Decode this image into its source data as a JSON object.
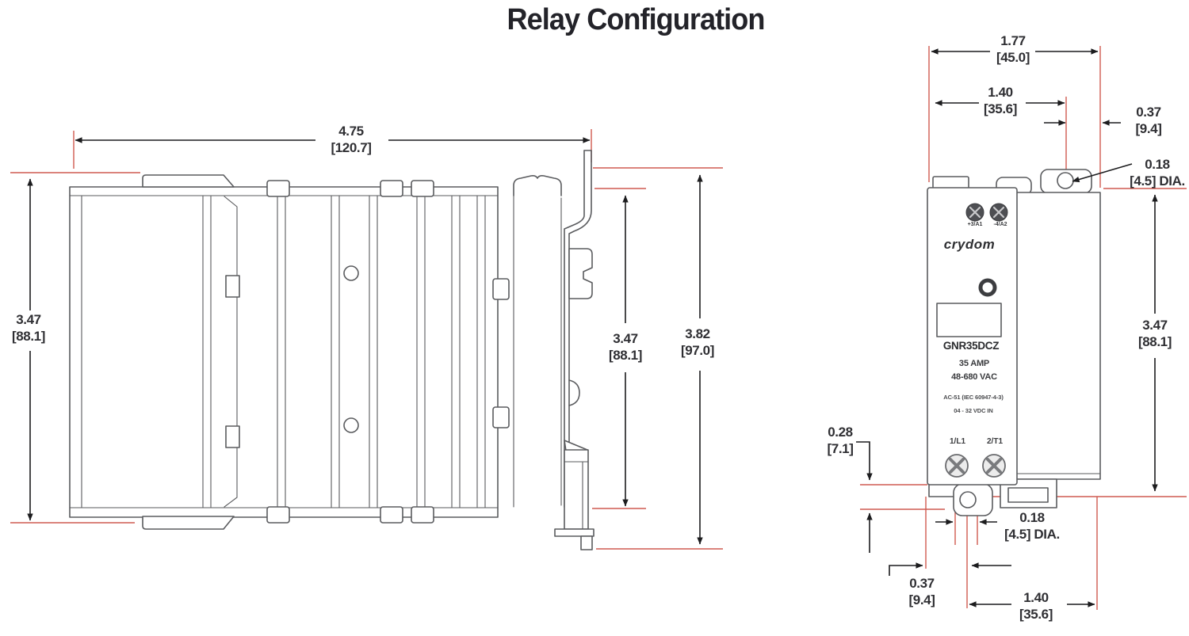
{
  "title": "Relay Configuration",
  "colors": {
    "dimension_red": "#cf5a50",
    "drawing_gray": "#5a5b5e",
    "arrow_ink": "#1c1c1e",
    "label_ink": "#2f2f33",
    "title_ink": "#232329"
  },
  "side_view": {
    "dim_width": {
      "in": "4.75",
      "mm": "[120.7]"
    },
    "dim_height_left": {
      "in": "3.47",
      "mm": "[88.1]"
    },
    "dim_height_inner": {
      "in": "3.47",
      "mm": "[88.1]"
    },
    "dim_height_overall": {
      "in": "3.82",
      "mm": "[97.0]"
    }
  },
  "front_view": {
    "device": {
      "terminal_top_left": "+3/A1",
      "terminal_top_right": "-4/A2",
      "brand": "crydom",
      "model": "GNR35DCZ",
      "rating_amps": "35 AMP",
      "rating_voltage": "48-680 VAC",
      "spec_standard": "AC-51 (IEC 60947-4-3)",
      "spec_input": "04 - 32 VDC IN",
      "terminal_bottom_left": "1/L1",
      "terminal_bottom_right": "2/T1"
    },
    "dim_width_overall": {
      "in": "1.77",
      "mm": "[45.0]"
    },
    "dim_hole_span_top": {
      "in": "1.40",
      "mm": "[35.6]"
    },
    "dim_edge_top": {
      "in": "0.37",
      "mm": "[9.4]"
    },
    "dim_hole_dia_top": {
      "in": "0.18",
      "mm": "[4.5] DIA."
    },
    "dim_height": {
      "in": "3.47",
      "mm": "[88.1]"
    },
    "dim_tab": {
      "in": "0.28",
      "mm": "[7.1]"
    },
    "dim_hole_dia_bottom": {
      "in": "0.18",
      "mm": "[4.5] DIA."
    },
    "dim_edge_bottom": {
      "in": "0.37",
      "mm": "[9.4]"
    },
    "dim_hole_span_bottom": {
      "in": "1.40",
      "mm": "[35.6]"
    }
  }
}
